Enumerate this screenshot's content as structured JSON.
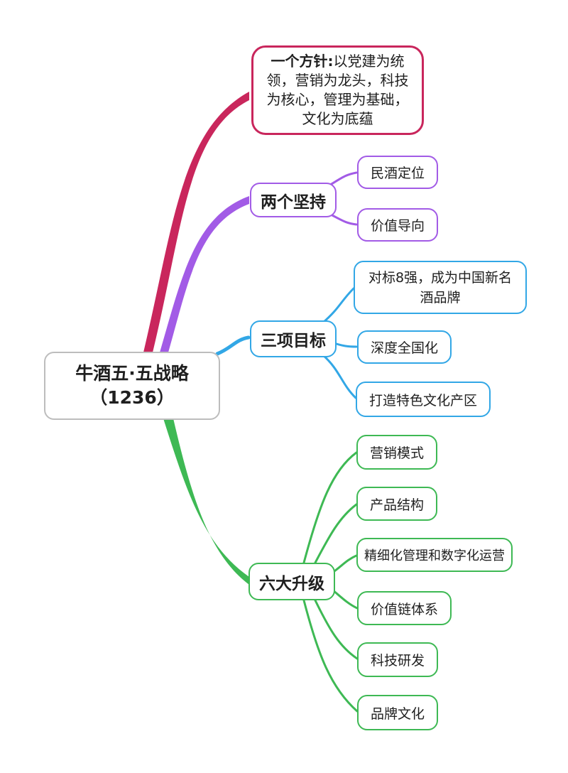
{
  "palette": {
    "text": "#1F1F1F",
    "background": "#FFFFFF"
  },
  "root": {
    "line1": "牛酒五·五战略",
    "line2": "（1236）",
    "border_color": "#BDBDBD"
  },
  "branches": [
    {
      "label_bold": "一个方针:",
      "label_rest": "以党建为统领，营销为龙头，科技为核心，管理为基础，文化为底蕴",
      "color": "#C9265C",
      "children": []
    },
    {
      "label": "两个坚持",
      "color": "#A25BE6",
      "children": [
        {
          "label": "民酒定位"
        },
        {
          "label": "价值导向"
        }
      ]
    },
    {
      "label": "三项目标",
      "color": "#32A7E6",
      "children": [
        {
          "label": "对标8强，成为中国新名酒品牌"
        },
        {
          "label": "深度全国化"
        },
        {
          "label": "打造特色文化产区"
        }
      ]
    },
    {
      "label": "六大升级",
      "color": "#3EB954",
      "children": [
        {
          "label": "营销模式"
        },
        {
          "label": "产品结构"
        },
        {
          "label": "精细化管理和数字化运营"
        },
        {
          "label": "价值链体系"
        },
        {
          "label": "科技研发"
        },
        {
          "label": "品牌文化"
        }
      ]
    }
  ]
}
